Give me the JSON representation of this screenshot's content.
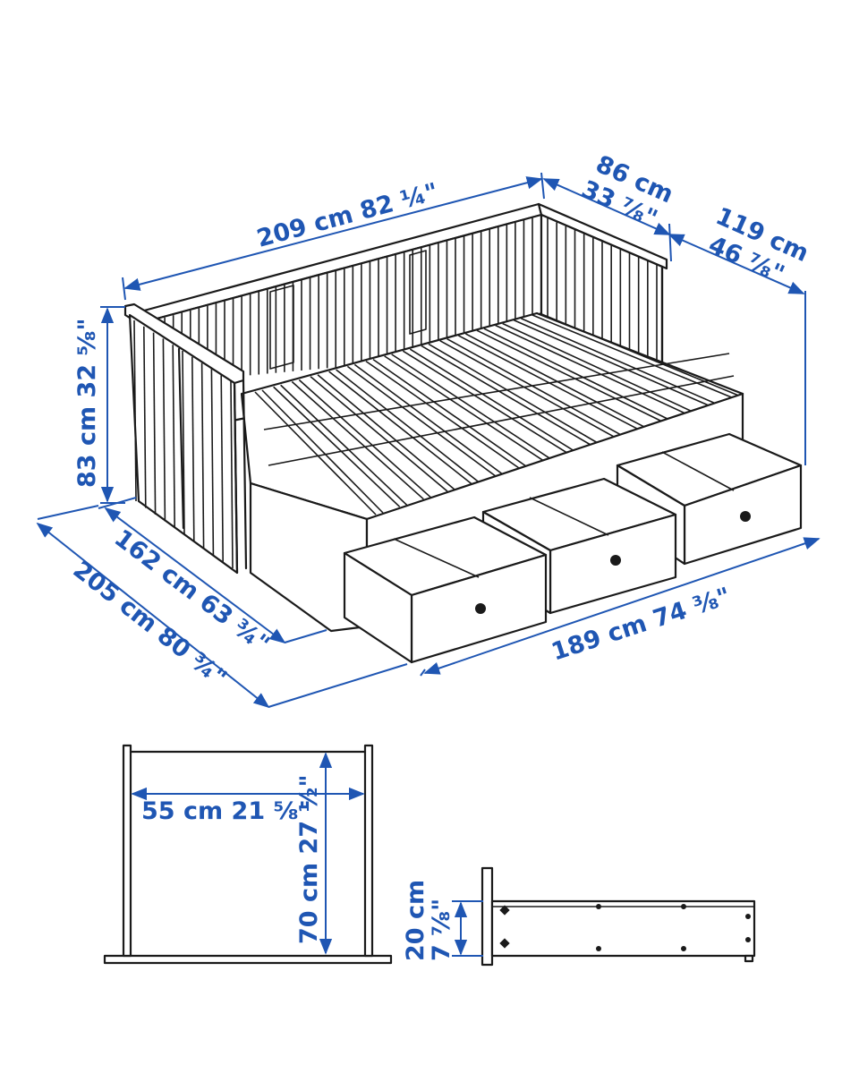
{
  "colors": {
    "dimension": "#1f56b3",
    "line_art": "#1a1a1a",
    "background": "#ffffff"
  },
  "dimensions": {
    "length": {
      "metric": "209 cm",
      "imperial": "82 ¼\""
    },
    "armrest_depth": {
      "metric": "86 cm",
      "imperial": "33 ⅞\""
    },
    "total_depth": {
      "metric": "119 cm",
      "imperial": "46 ⅞\""
    },
    "height": {
      "metric": "83 cm",
      "imperial": "32 ⅝\""
    },
    "bed_width": {
      "metric": "162 cm",
      "imperial": "63 ¾\""
    },
    "bed_length": {
      "metric": "205 cm",
      "imperial": "80 ¾\""
    },
    "drawer_span": {
      "metric": "189 cm",
      "imperial": "74 ⅜\""
    },
    "drawer_width": {
      "metric": "55 cm",
      "imperial": "21 ⅝\""
    },
    "drawer_depth": {
      "metric": "70 cm",
      "imperial": "27 ½\""
    },
    "drawer_height": {
      "metric": "20 cm",
      "imperial": "7 ⅞\""
    }
  }
}
